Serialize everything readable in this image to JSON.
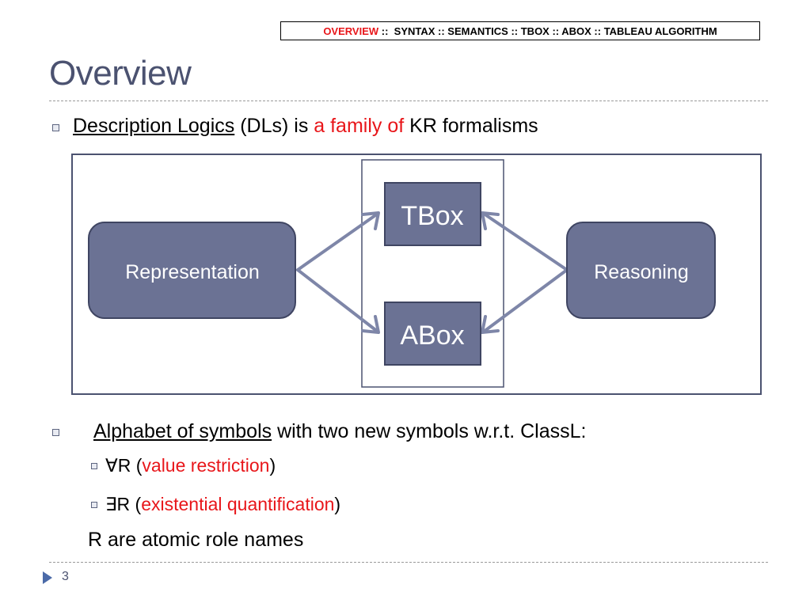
{
  "nav": {
    "active": "OVERVIEW",
    "rest": " ::  SYNTAX :: SEMANTICS :: TBOX :: ABOX :: TABLEAU ALGORITHM"
  },
  "title": "Overview",
  "bullet1": {
    "link": "Description Logics",
    "mid": " (DLs) is ",
    "highlight": "a family of",
    "tail": " KR formalisms"
  },
  "diagram": {
    "left_box": "Representation",
    "right_box": "Reasoning",
    "top_box": "TBox",
    "bottom_box": "ABox"
  },
  "bullet2": {
    "link": "Alphabet of symbols",
    "tail": " with two new symbols w.r.t. ClassL:"
  },
  "sub1": {
    "symbol": "∀R (",
    "highlight": "value restriction",
    "close": ")"
  },
  "sub2": {
    "symbol": "∃R (",
    "highlight": "existential quantification",
    "close": ")"
  },
  "note": "R are atomic role names",
  "footer": {
    "page_number": "3"
  },
  "colors": {
    "title": "#4b5270",
    "highlight": "#e8161a",
    "box_fill": "#6b7294",
    "box_stroke": "#3f4562",
    "arrow": "#7e86a8",
    "frame": "#4b5270"
  }
}
